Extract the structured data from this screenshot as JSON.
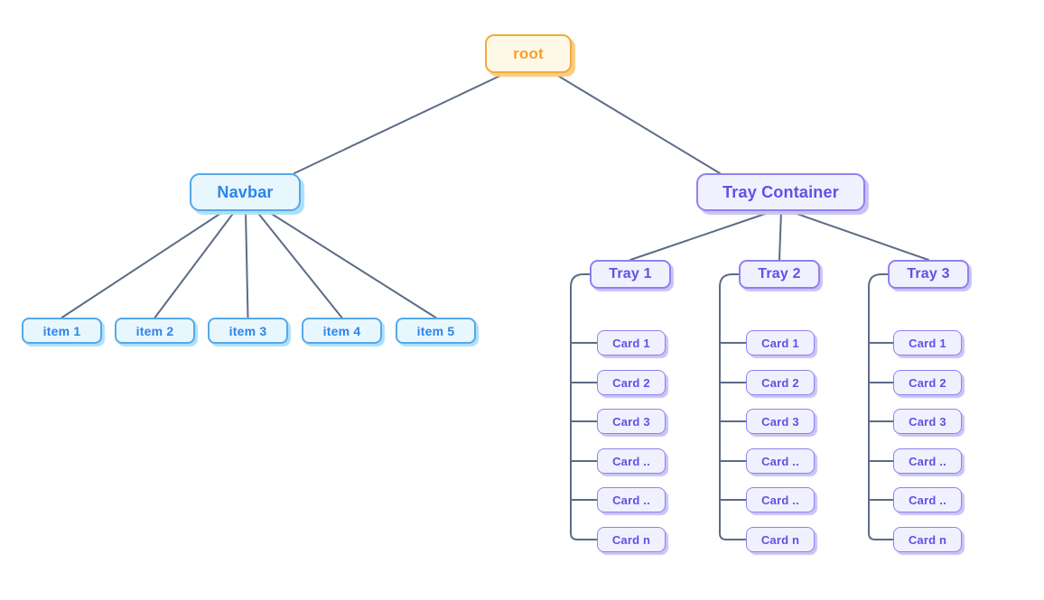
{
  "diagram": {
    "root": {
      "label": "root"
    },
    "navbar": {
      "label": "Navbar",
      "items": [
        "item 1",
        "item 2",
        "item 3",
        "item 4",
        "item 5"
      ]
    },
    "tray_container": {
      "label": "Tray Container",
      "trays": [
        {
          "label": "Tray 1",
          "cards": [
            "Card 1",
            "Card 2",
            "Card 3",
            "Card ..",
            "Card ..",
            "Card n"
          ]
        },
        {
          "label": "Tray 2",
          "cards": [
            "Card 1",
            "Card 2",
            "Card 3",
            "Card ..",
            "Card ..",
            "Card n"
          ]
        },
        {
          "label": "Tray 3",
          "cards": [
            "Card 1",
            "Card 2",
            "Card 3",
            "Card ..",
            "Card ..",
            "Card n"
          ]
        }
      ]
    }
  },
  "colors": {
    "root_bg": "#FEF8E6",
    "root_border": "#F3A93F",
    "root_text": "#F5A028",
    "root_shadow": "#F9CC7F",
    "blue_bg": "#E8F6FE",
    "blue_border": "#55A9EA",
    "blue_text": "#2B85E8",
    "blue_shadow": "#AEDFF9",
    "purple_bg": "#F1F0FE",
    "purple_border": "#8D82F0",
    "purple_text": "#5F52E4",
    "purple_shadow": "#C9C3F4",
    "connector": "#5C6C86"
  }
}
